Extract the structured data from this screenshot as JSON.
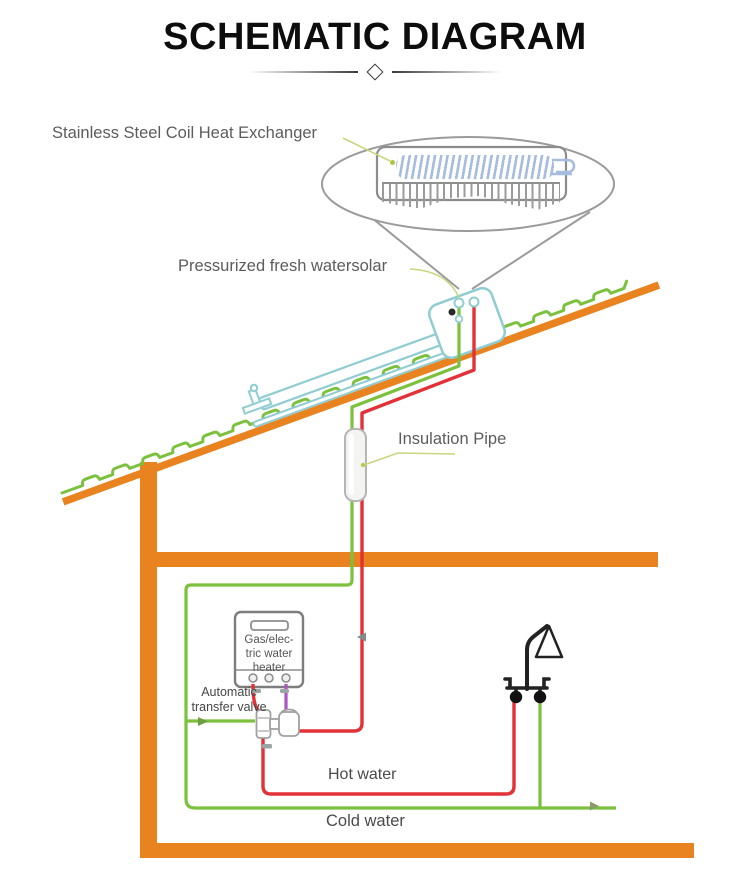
{
  "page": {
    "title": "SCHEMATIC DIAGRAM"
  },
  "diagram": {
    "labels": {
      "heat_exchanger": "Stainless Steel Coil Heat Exchanger",
      "solar_tank": "Pressurized fresh watersolar",
      "insulation_pipe": "Insulation Pipe",
      "water_heater": [
        "Gas/elec-",
        "tric water",
        "heater"
      ],
      "transfer_valve": [
        "Automatic",
        "transfer valve"
      ],
      "hot_water": "Hot water",
      "cold_water": "Cold water"
    },
    "colors": {
      "house_orange": "#e8831f",
      "cold_pipe_green": "#7cc13e",
      "hot_pipe_red": "#e23137",
      "collector_teal": "#8fcdd2",
      "heater_branch_purple": "#a855c0",
      "coil_blue": "#a7bddf",
      "outline_gray": "#9b9b9b",
      "callout_yellow": "#ccd57e",
      "label_gray": "#5c5c5c"
    }
  }
}
